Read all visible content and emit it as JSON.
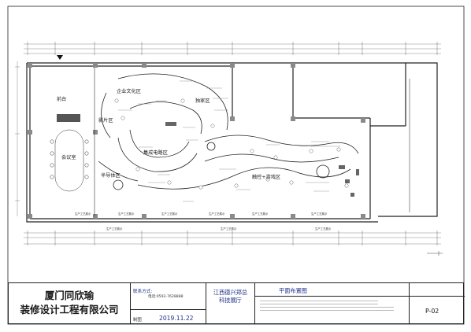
{
  "drawing": {
    "zones": [
      {
        "id": "podium",
        "label": "前台"
      },
      {
        "id": "meeting",
        "label": "会议室"
      },
      {
        "id": "culture",
        "label": "企业文化区"
      },
      {
        "id": "video",
        "label": "影片区"
      },
      {
        "id": "product",
        "label": "独家区"
      },
      {
        "id": "integrated",
        "label": "集成电路区"
      },
      {
        "id": "semiconductor",
        "label": "半导体区"
      },
      {
        "id": "touch",
        "label": "触控+游戏区"
      }
    ],
    "bottom_labels": [
      "生产工艺展示",
      "生产工艺展示",
      "生产工艺展示",
      "生产工艺展示",
      "生产工艺展示",
      "生产工艺展示",
      "生产工艺展示",
      "生产工艺展示",
      "生产工艺展示"
    ]
  },
  "title_block": {
    "company_line1": "厦门同欣瑜",
    "company_line2": "装修设计工程有限公司",
    "contact_label": "联系方式:",
    "contact_value": "电话:0592-7628888",
    "drawn_by": "制图",
    "date": "2019.11.22",
    "project_line1": "江西德兴郑总",
    "project_line2": "科技展厅",
    "drawing_title": "平面布置图",
    "page_no": "P-02"
  }
}
